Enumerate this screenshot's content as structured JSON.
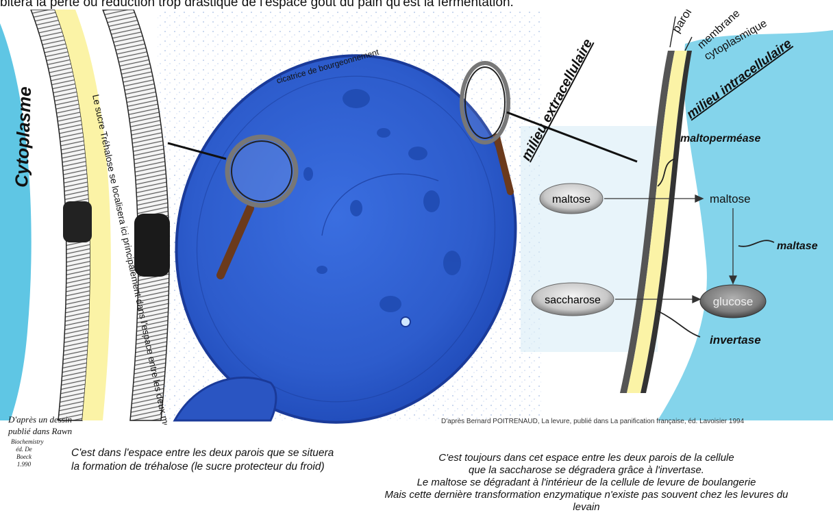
{
  "header_text": "bitera la perte ou réduction trop drastique de l'espace goût du pain qu'est la fermentation.",
  "labels": {
    "cytoplasme": "Cytoplasme",
    "trehalose_note": "Le sucre Tréhalose se localisera ici principalement dans l'espace entre les deux membranes",
    "cicatrice": "cicatrice de bourgeonnement",
    "milieu_extra": "milieu extracellulaire",
    "paroi": "paroi",
    "membrane": "membrane",
    "cytoplasmique": "cytoplasmique",
    "milieu_intra": "milieu intracellulaire",
    "maltopermease": "maltoperméase",
    "maltose_in": "maltose",
    "maltose_out": "maltose",
    "maltase": "maltase",
    "saccharose": "saccharose",
    "glucose": "glucose",
    "invertase": "invertase"
  },
  "credits": {
    "rawn_1": "D'après un dessin",
    "rawn_2": "publié dans Rawn",
    "rawn_3": "Biochemistry",
    "rawn_4": "éd. De Boeck",
    "rawn_5": "1.990",
    "poitrenaud": "D'après Bernard POITRENAUD, La levure, publié dans La panification française, éd. Lavoisier 1994"
  },
  "captions": {
    "left_1": "C'est dans l'espace entre les deux parois que se situera",
    "left_2": "la formation de tréhalose (le sucre protecteur du froid)",
    "right_1": "C'est toujours dans cet espace entre les deux parois de la cellule",
    "right_2": "que la saccharose se dégradera grâce à l'invertase.",
    "right_3": "Le maltose se dégradant à l'intérieur de la cellule de levure de boulangerie",
    "right_4": "Mais cette dernière transformation enzymatique n'existe pas souvent chez  les levures du levain"
  },
  "colors": {
    "cell_blue": "#2f5fd0",
    "cytoplasm_cyan": "#5fc6e4",
    "membrane_yellow": "#fbf3a6",
    "wall_dark": "#3a3a3a",
    "handle_brown": "#6b3a1c"
  }
}
